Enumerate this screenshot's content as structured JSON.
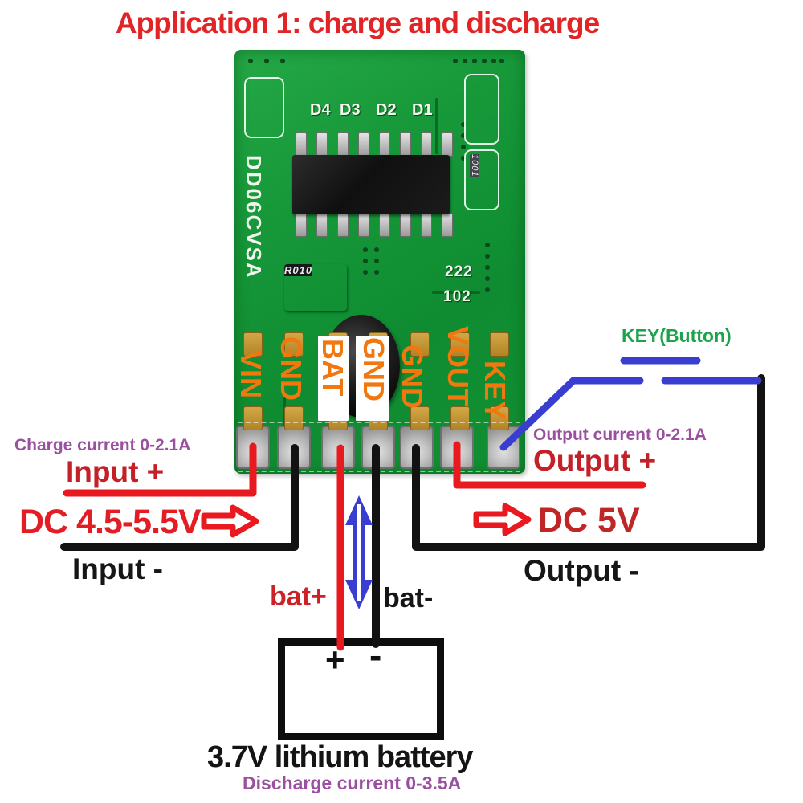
{
  "title": "Application 1: charge and discharge",
  "pcb": {
    "silkscreen_model": "DD06CVSA",
    "diode_labels": [
      "D4",
      "D3",
      "D2",
      "D1"
    ],
    "shunt_marking": "R010",
    "side_resistor_marking": "1001",
    "cap_markings": [
      "222",
      "102"
    ],
    "pin_labels": [
      "VIN",
      "GND",
      "BAT",
      "GND",
      "GND",
      "VOUT",
      "KEY"
    ]
  },
  "annotations": {
    "key_button": "KEY(Button)",
    "charge_current": "Charge current 0-2.1A",
    "input_plus": "Input +",
    "input_voltage": "DC 4.5-5.5V",
    "input_minus": "Input -",
    "output_current": "Output current 0-2.1A",
    "output_plus": "Output +",
    "output_voltage": "DC 5V",
    "output_minus": "Output -",
    "bat_plus": "bat+",
    "bat_minus": "bat-"
  },
  "battery": {
    "plus_terminal": "+",
    "minus_terminal": "-",
    "name": "3.7V lithium battery",
    "discharge_current": "Discharge current 0-3.5A"
  },
  "colors": {
    "title_red": "#e32427",
    "wire_red": "#e8191f",
    "wire_black": "#121212",
    "wire_blue": "#3a3ed0",
    "text_purple": "#9b4fa0",
    "text_green": "#1ea34d",
    "pin_label_orange": "#f0780f",
    "pcb_green": "#149638"
  }
}
